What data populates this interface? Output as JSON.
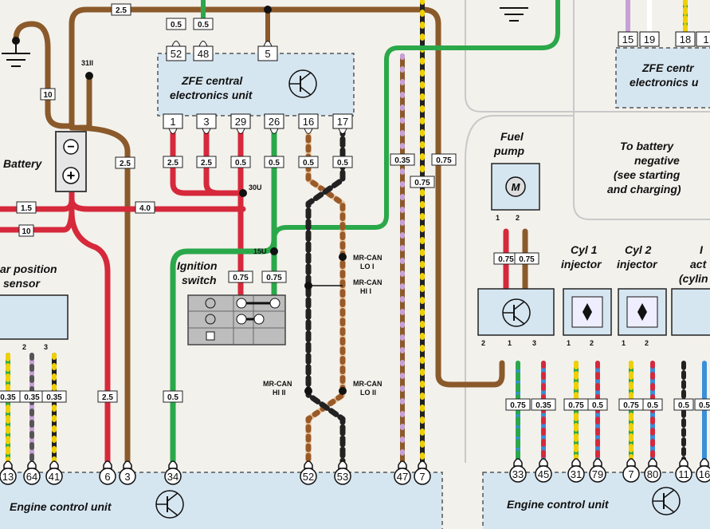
{
  "zfe": {
    "title_line1": "ZFE central",
    "title_line2": "electronics unit",
    "top_pins": [
      "52",
      "48",
      "5"
    ],
    "bottom_pins": [
      "1",
      "3",
      "29",
      "26",
      "16",
      "17"
    ],
    "right_pins": [
      "15",
      "19",
      "18",
      "1"
    ],
    "right_title_line1": "ZFE centr",
    "right_title_line2": "electronics u"
  },
  "battery": {
    "label": "Battery",
    "neg": "−",
    "pos": "+"
  },
  "ground_ref": "31II",
  "junctions": {
    "u30": "30U",
    "u15": "15U"
  },
  "ignition": {
    "label_line1": "Ignition",
    "label_line2": "switch"
  },
  "sensor": {
    "label_line1": "ar position",
    "label_line2": "sensor",
    "pins": [
      "2",
      "3"
    ]
  },
  "can": {
    "lo1_line1": "MR-CAN",
    "lo1_line2": "LO I",
    "hi1_line1": "MR-CAN",
    "hi1_line2": "HI I",
    "hi2_line1": "MR-CAN",
    "hi2_line2": "HI II",
    "lo2_line1": "MR-CAN",
    "lo2_line2": "LO II"
  },
  "fuel_pump": {
    "label_line1": "Fuel",
    "label_line2": "pump",
    "motor": "M",
    "pins": [
      "1",
      "2"
    ]
  },
  "battery_note": {
    "line1": "To battery",
    "line2": "negative",
    "line3": "(see starting",
    "line4": "and charging)"
  },
  "injectors": {
    "cyl1_line1": "Cyl 1",
    "cyl1_line2": "injector",
    "cyl2_line1": "Cyl 2",
    "cyl2_line2": "injector",
    "cut_line1": "I",
    "cut_line2": "act",
    "cut_line3": "(cylin",
    "pins": [
      "1",
      "2"
    ]
  },
  "transistor_pins": [
    "2",
    "1",
    "3"
  ],
  "ecu": {
    "label": "Engine control unit",
    "left_pins": [
      "13",
      "64",
      "41",
      "6",
      "3",
      "34",
      "52",
      "53",
      "47",
      "7"
    ],
    "right_pins": [
      "33",
      "45",
      "31",
      "79",
      "7",
      "80",
      "11",
      "16"
    ]
  },
  "wire_sizes": {
    "top_25": "2.5",
    "z52": "0.5",
    "z48": "0.5",
    "bat10": "10",
    "bat25": "2.5",
    "b1": "2.5",
    "b3": "2.5",
    "b29": "0.5",
    "b26": "0.5",
    "b16": "0.5",
    "b17": "0.5",
    "w035": "0.35",
    "w075a": "0.75",
    "w075b": "0.75",
    "l15": "1.5",
    "l10": "10",
    "l40": "4.0",
    "ign1": "0.75",
    "ign2": "0.75",
    "fp1": "0.75",
    "fp2": "0.75",
    "s1": "0.35",
    "s2": "0.35",
    "s3": "0.35",
    "e6": "2.5",
    "e34": "0.5",
    "t1": "0.75",
    "t2": "0.35",
    "c1a": "0.75",
    "c1b": "0.5",
    "c2a": "0.75",
    "c2b": "0.5",
    "c3a": "0.5",
    "c3b": "0.5"
  }
}
